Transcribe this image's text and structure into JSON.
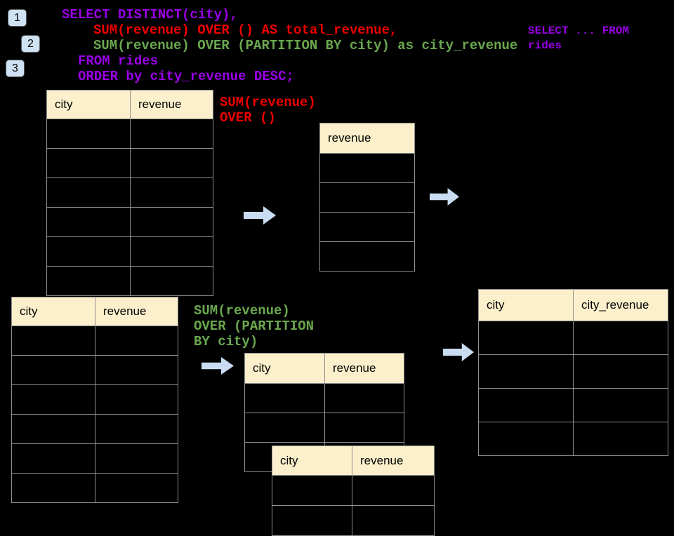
{
  "slide": {
    "badges": [
      {
        "label": "1"
      },
      {
        "label": "2"
      },
      {
        "label": "3"
      }
    ],
    "sql": {
      "lines": [
        {
          "text": "SELECT DISTINCT(city),",
          "color": "#9900E6"
        },
        {
          "text": "SUM(revenue) OVER () AS total_revenue,",
          "color": "#EE0000"
        },
        {
          "text": "SUM(revenue) OVER (PARTITION BY city) as city_revenue",
          "color": "#6AA84F"
        },
        {
          "text": "FROM rides",
          "color": "#9900E6"
        },
        {
          "text": "ORDER by city_revenue DESC;",
          "color": "#9900E6"
        }
      ]
    },
    "side_snippet": {
      "lines": [
        "SELECT ... FROM",
        "rides"
      ],
      "color": "#9900E6"
    },
    "annotations": {
      "total": {
        "lines": [
          "SUM(revenue)",
          "OVER ()"
        ],
        "color": "#EE0000"
      },
      "partition": {
        "lines": [
          "SUM(revenue)",
          "OVER (PARTITION",
          "BY city)"
        ],
        "color": "#6AA84F"
      }
    },
    "tables": {
      "source_top": {
        "headers": [
          "city",
          "revenue"
        ],
        "empty_rows": 6
      },
      "total_result": {
        "headers": [
          "revenue"
        ],
        "empty_rows": 4
      },
      "source_bottom": {
        "headers": [
          "city",
          "revenue"
        ],
        "empty_rows": 6
      },
      "partition_step": {
        "headers": [
          "city",
          "revenue"
        ],
        "empty_rows": 3
      },
      "partition_overlay": {
        "headers": [
          "city",
          "revenue"
        ],
        "empty_rows": 2
      },
      "city_revenue_result": {
        "headers": [
          "city",
          "city_revenue"
        ],
        "empty_rows": 4
      }
    },
    "colors": {
      "background": "#000000",
      "table_header_fill": "#FCF0CC",
      "table_border": "#909090",
      "arrow_fill": "#C9DCF2",
      "badge_fill": "#CFE2F3",
      "badge_border": "#5A5A5A"
    }
  }
}
